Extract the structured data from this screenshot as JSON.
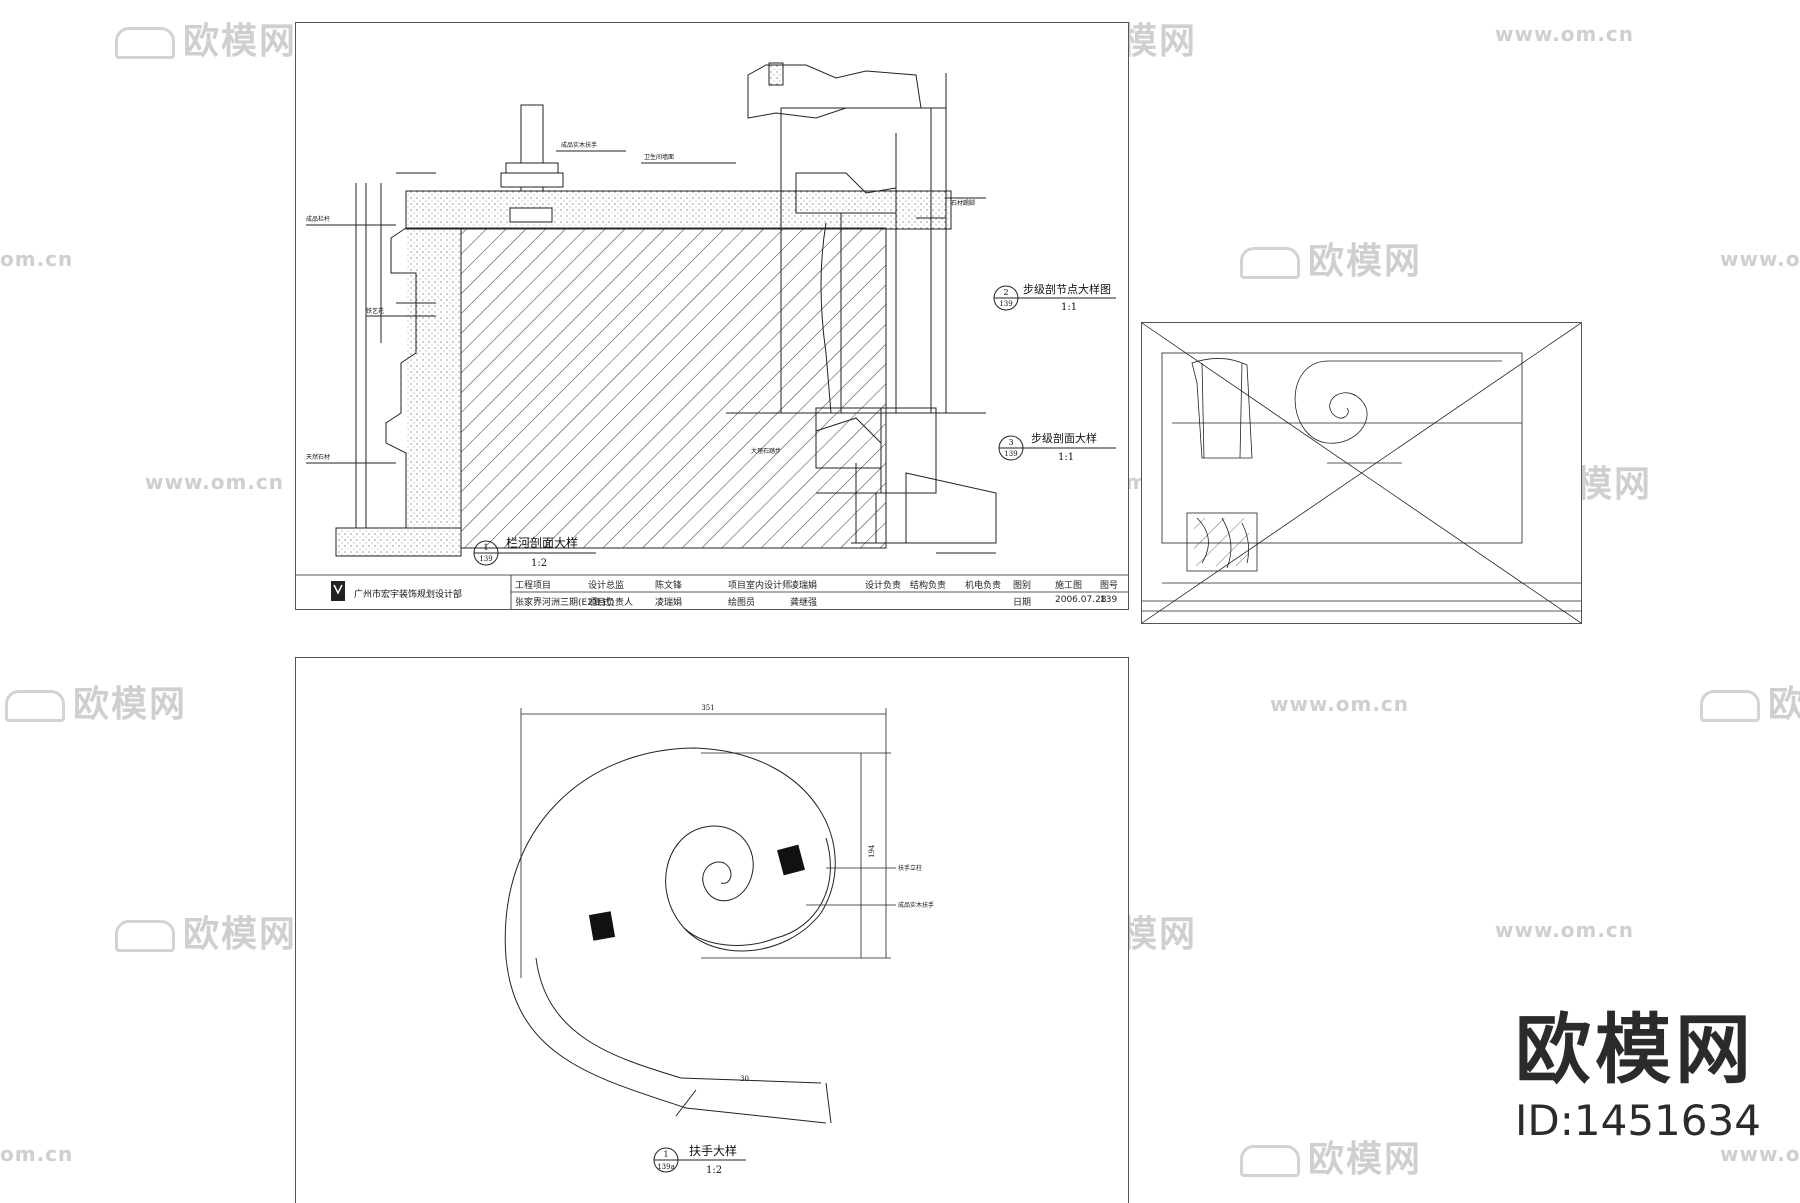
{
  "watermark": {
    "brand_cn": "欧模网",
    "url_full": "www.om.cn",
    "url_partial": "om.cn",
    "color": "#cfcfcf"
  },
  "brand": {
    "name": "欧模网",
    "id": "ID:1451634"
  },
  "sheet1": {
    "section_balustrade": {
      "number": "1",
      "ref": "139",
      "title": "栏河剖面大样",
      "scale": "1:2"
    },
    "section_step_node": {
      "number": "2",
      "ref": "139",
      "title": "步级剖节点大样图",
      "scale": "1:1"
    },
    "section_step": {
      "number": "3",
      "ref": "139",
      "title": "步级剖面大样",
      "scale": "1:1"
    },
    "title_block": {
      "company": "广州市宏宇装饰规划设计部",
      "row1": [
        "工程项目",
        "设计总监",
        "陈文锋",
        "项目室内设计师",
        "凌瑞娟",
        "",
        "设计负责",
        "结构负责",
        "机电负责",
        "图别",
        "施工图",
        "图号"
      ],
      "row2": [
        "张家界河洲三期(E2复式)",
        "项目负责人",
        "凌瑞娟",
        "绘图员",
        "龚继强",
        "",
        "",
        "",
        "",
        "日期",
        "2006.07.28",
        "139"
      ]
    },
    "annotations": [
      "成品栏杆",
      "铁艺花",
      "天然石材",
      "卫生间墙面",
      "石材踢脚",
      "成品实木扶手",
      "大理石踏步"
    ]
  },
  "sheet3": {
    "detail": {
      "number": "1",
      "ref": "139a",
      "title": "扶手大样",
      "scale": "1:2"
    },
    "dims": {
      "width": "351",
      "height": "194",
      "neck": "30"
    },
    "labels": [
      "扶手立柱",
      "成品实木扶手"
    ]
  }
}
